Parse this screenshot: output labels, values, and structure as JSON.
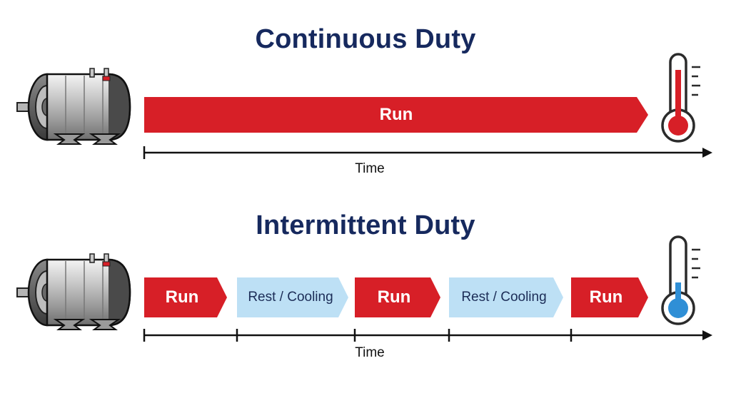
{
  "colors": {
    "title": "#16295e",
    "run": "#d71f27",
    "rest": "#bde0f5",
    "axis": "#111111",
    "hot": "#d71f27",
    "cool": "#2f8fd6"
  },
  "continuous": {
    "title": "Continuous Duty",
    "segments": [
      {
        "type": "run",
        "label": "Run"
      }
    ],
    "axis_label": "Time",
    "motor_icon": "electric-motor-icon",
    "thermometer_icon": "thermometer-hot-icon"
  },
  "intermittent": {
    "title": "Intermittent Duty",
    "segments": [
      {
        "type": "run",
        "label": "Run"
      },
      {
        "type": "rest",
        "label": "Rest / Cooling"
      },
      {
        "type": "run",
        "label": "Run"
      },
      {
        "type": "rest",
        "label": "Rest / Cooling"
      },
      {
        "type": "run",
        "label": "Run"
      }
    ],
    "axis_label": "Time",
    "motor_icon": "electric-motor-icon",
    "thermometer_icon": "thermometer-cool-icon"
  }
}
